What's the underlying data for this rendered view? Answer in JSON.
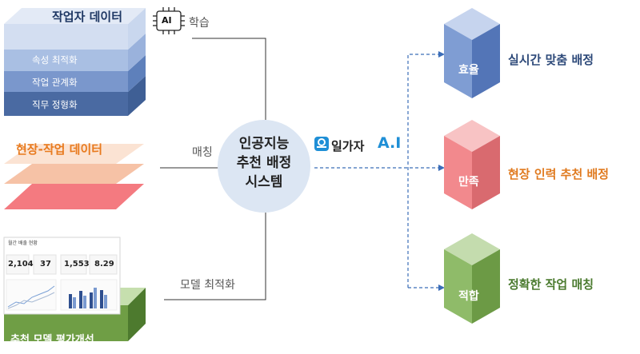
{
  "inputs": {
    "worker_data": {
      "title": "작업자 데이터",
      "layers": [
        "속성 최적화",
        "작업 관계화",
        "직무 정형화"
      ]
    },
    "site_data": {
      "title": "현장-작업 데이터"
    },
    "model": {
      "title": "추천 모델 평가개선",
      "dashboard_title": "월간 배출 현황",
      "kpis": [
        "2,104",
        "37",
        "1,553",
        "8.29"
      ]
    }
  },
  "connectors": {
    "ai_badge": "AI",
    "learning": "학습",
    "matching": "매칭",
    "model_opt": "모델 최적화"
  },
  "center": {
    "line1": "인공지능",
    "line2": "추천 배정",
    "line3": "시스템"
  },
  "brand": {
    "name": "일가자",
    "suffix": "A.I"
  },
  "outputs": [
    {
      "gem": "효율",
      "label": "실시간 맞춤 배정",
      "color": "#2e4a7a"
    },
    {
      "gem": "만족",
      "label": "현장 인력 추천 배정",
      "color": "#e07a1f"
    },
    {
      "gem": "적합",
      "label": "정확한 작업 매칭",
      "color": "#4a7a2e"
    }
  ]
}
